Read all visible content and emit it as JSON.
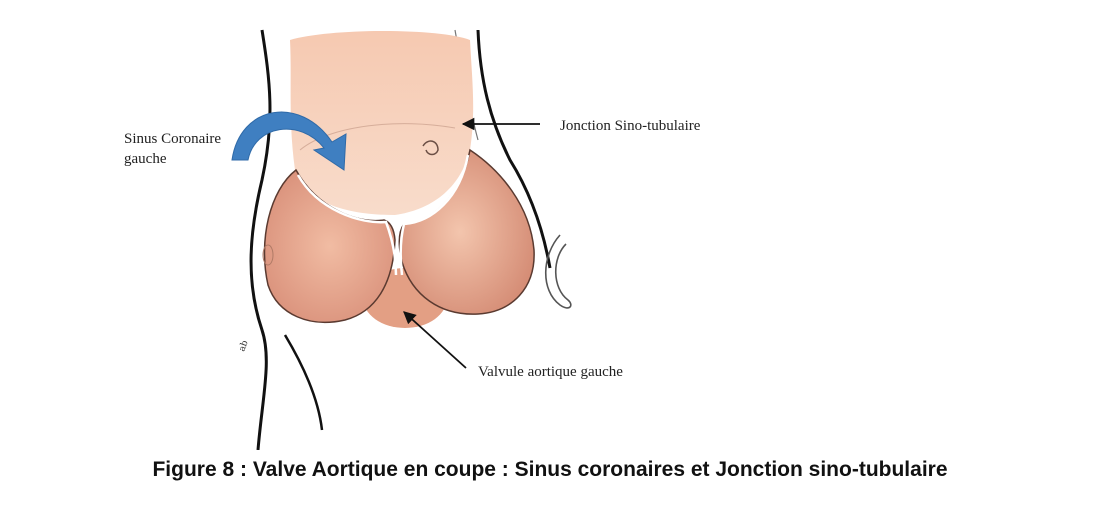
{
  "figure": {
    "labels": {
      "sinus_line1": "Sinus Coronaire",
      "sinus_line2": "gauche",
      "jonction": "Jonction Sino-tubulaire",
      "valvule": "Valvule aortique gauche",
      "signature": "ab"
    },
    "colors": {
      "aorta": "#f6cdb5",
      "sinus": "#e8a88d",
      "sinus_dark": "#d98f75",
      "arrow_blue": "#3f7fc1",
      "outline": "#111111"
    }
  },
  "caption": "Figure 8 : Valve Aortique en coupe : Sinus coronaires et Jonction sino-tubulaire"
}
